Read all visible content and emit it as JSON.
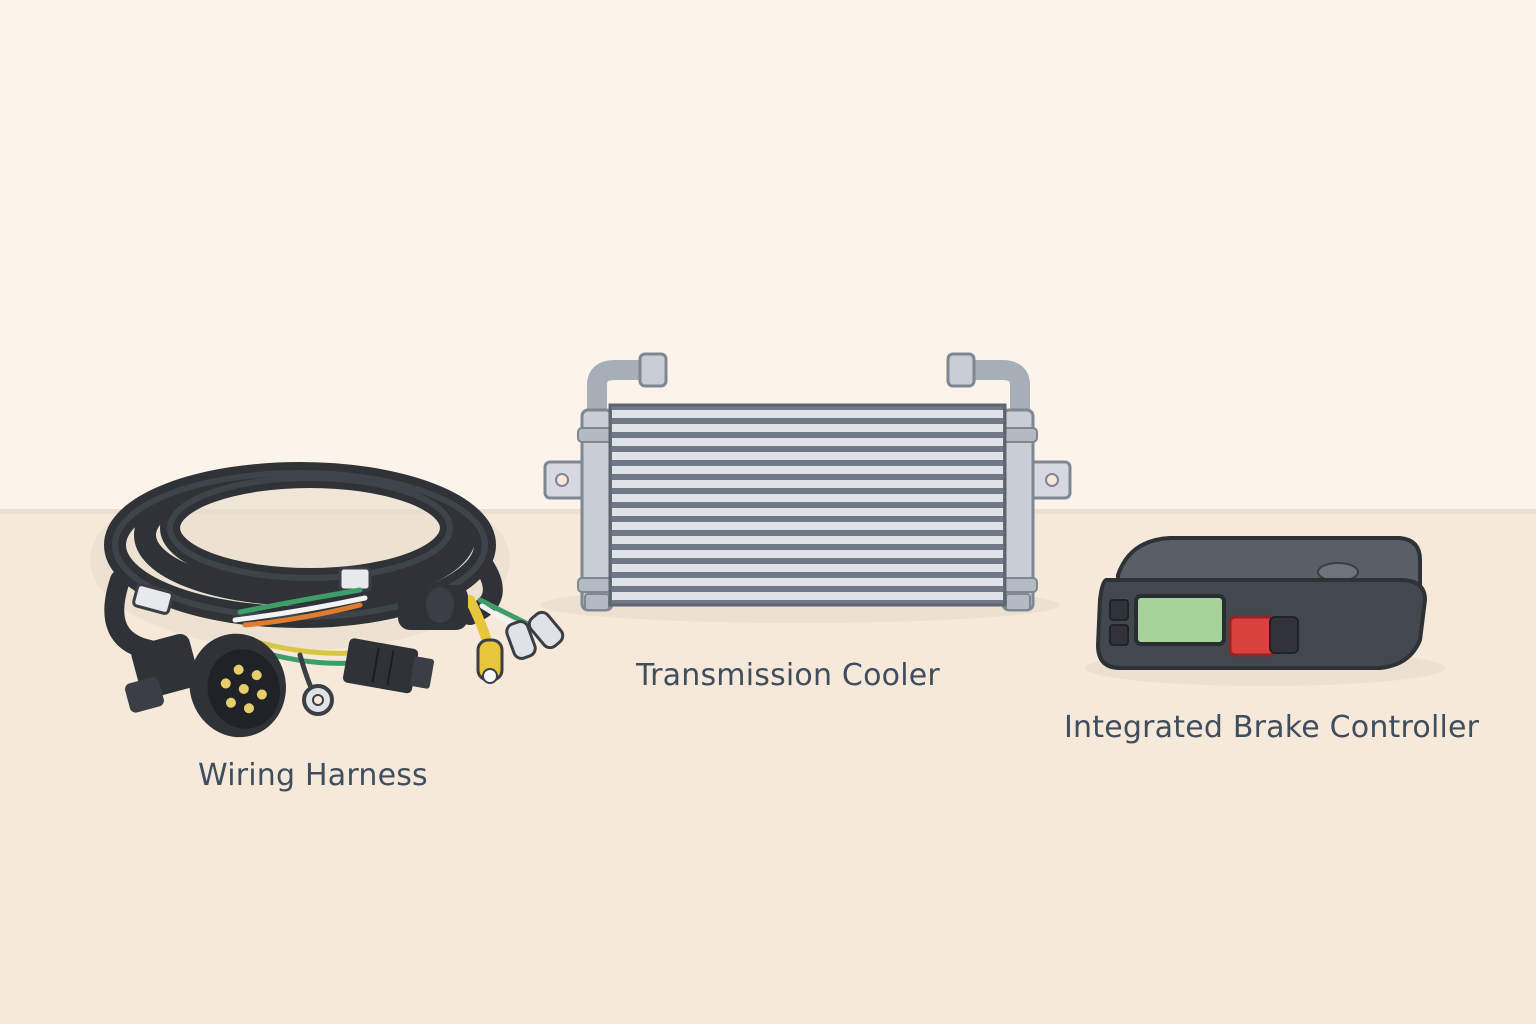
{
  "labels": {
    "wiring_harness": "Wiring Harness",
    "transmission_cooler": "Transmission Cooler",
    "brake_controller": "Integrated Brake Controller"
  },
  "colors": {
    "wall": "#fcf4ea",
    "floor": "#f6e9da",
    "cable": "#3b3f45",
    "metal": "#c9ced5",
    "controller_body": "#43474e",
    "display": "#a6d39a",
    "button_red": "#d9403e",
    "label_text": "#3f4e5e"
  },
  "icons": [
    "wiring-harness-illustration",
    "transmission-cooler-illustration",
    "brake-controller-illustration"
  ]
}
